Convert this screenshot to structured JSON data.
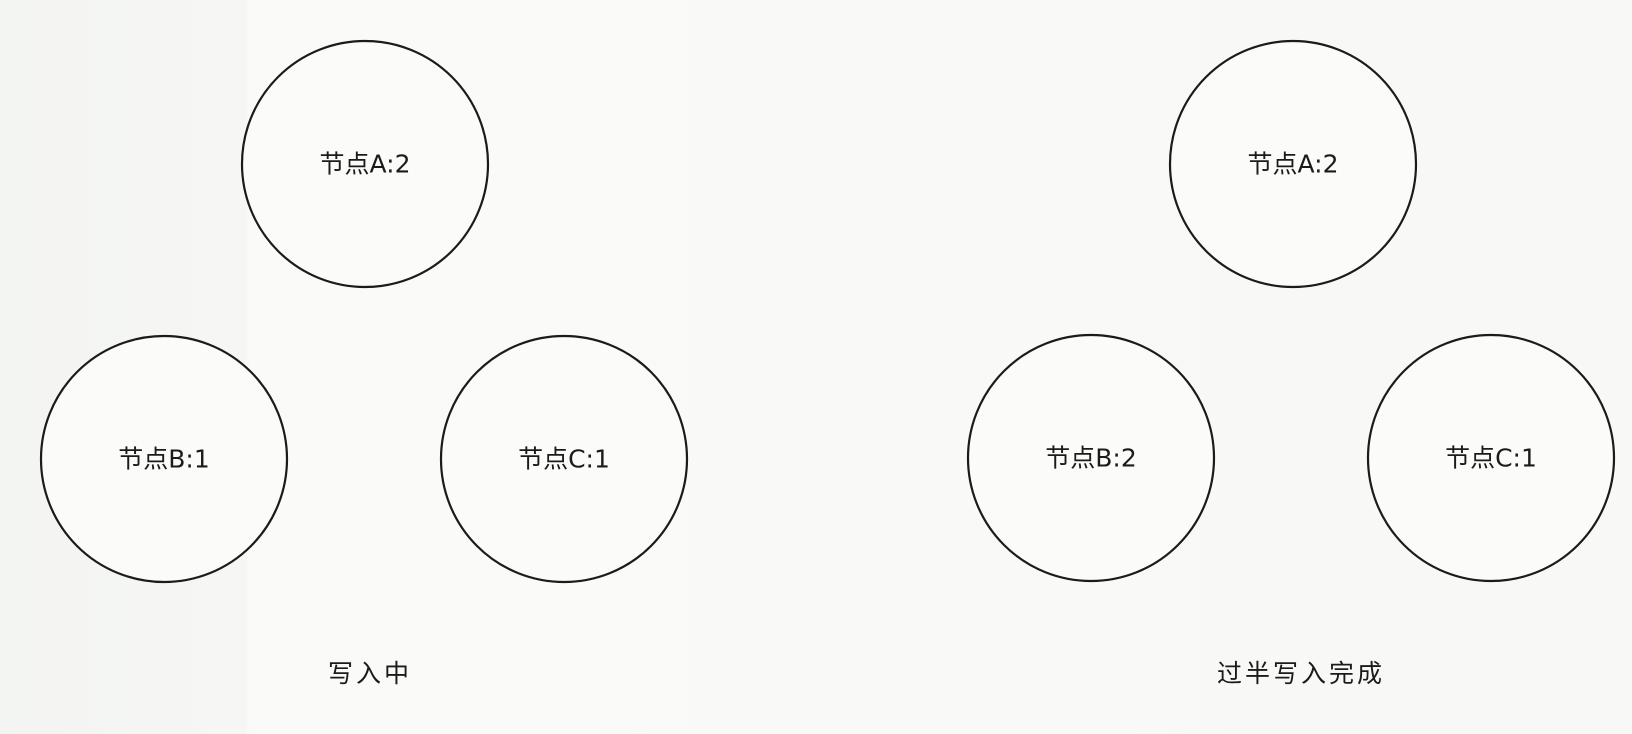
{
  "panels": [
    {
      "caption": "写入中",
      "nodes": [
        {
          "label": "节点A:2"
        },
        {
          "label": "节点B:1"
        },
        {
          "label": "节点C:1"
        }
      ]
    },
    {
      "caption": "过半写入完成",
      "nodes": [
        {
          "label": "节点A:2"
        },
        {
          "label": "节点B:2"
        },
        {
          "label": "节点C:1"
        }
      ]
    }
  ]
}
